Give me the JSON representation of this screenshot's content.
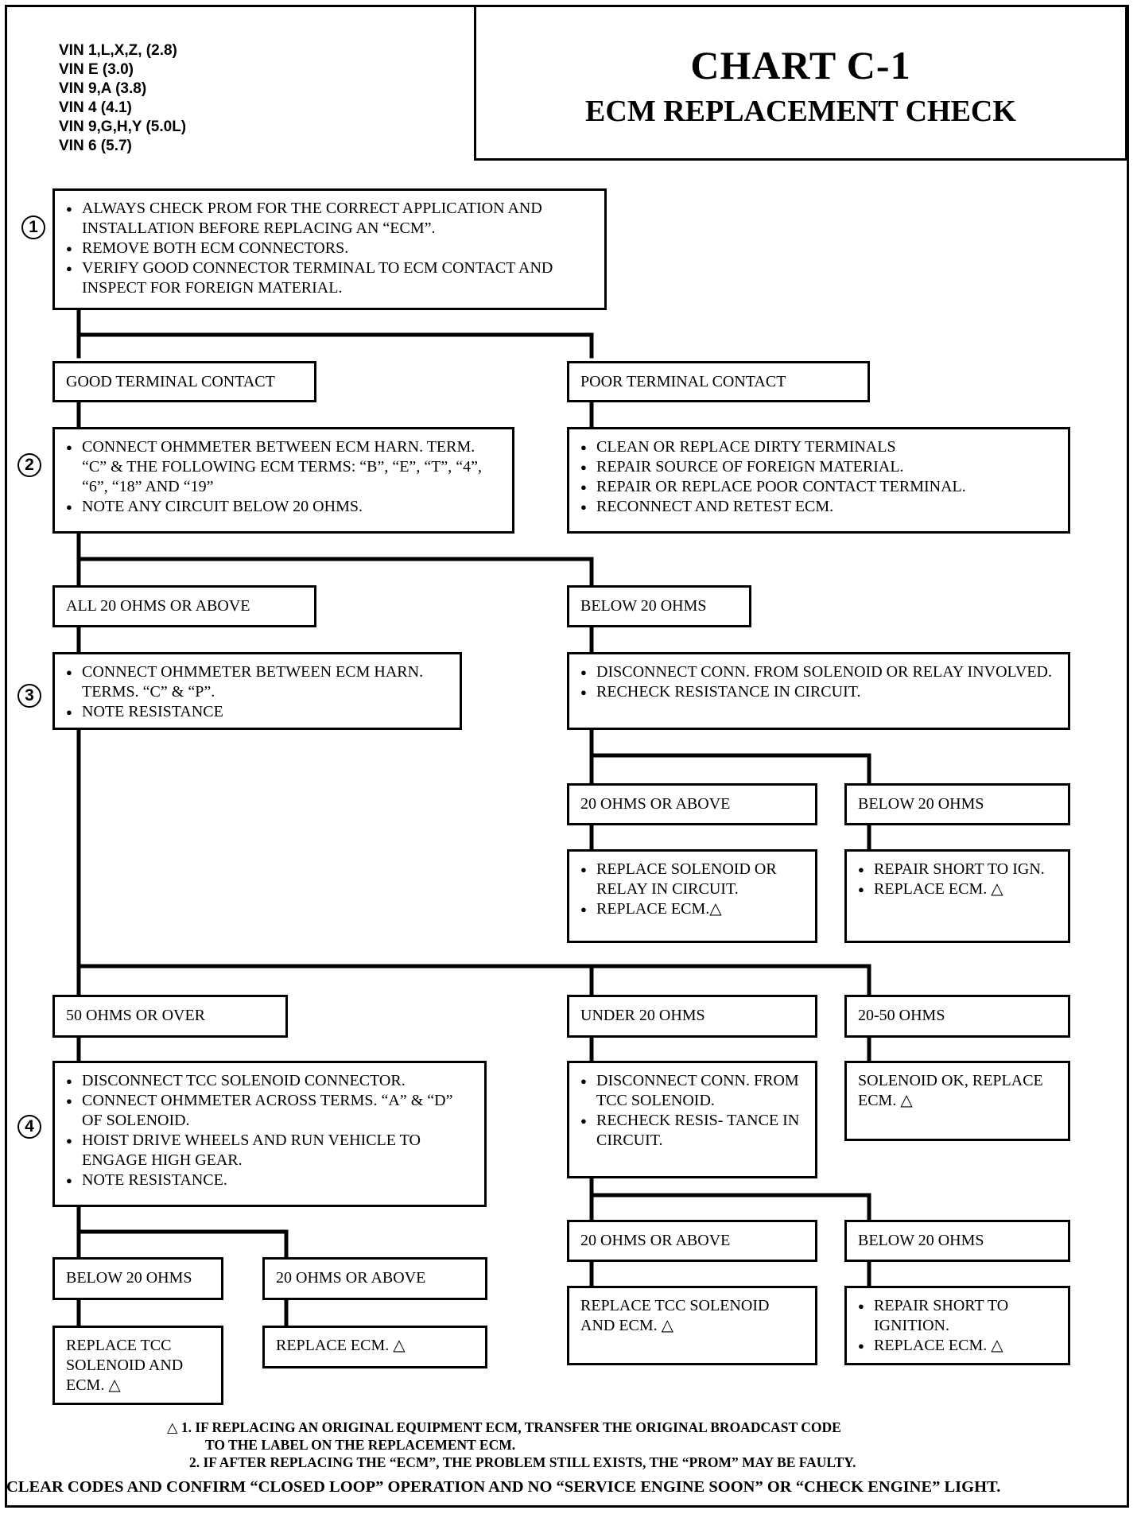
{
  "header": {
    "vin_lines": [
      "VIN 1,L,X,Z, (2.8)",
      "VIN E (3.0)",
      "VIN 9,A (3.8)",
      "VIN 4 (4.1)",
      "VIN 9,G,H,Y (5.0L)",
      "VIN 6 (5.7)"
    ],
    "title": "CHART C-1",
    "subtitle": "ECM REPLACEMENT CHECK"
  },
  "steps": [
    "1",
    "2",
    "3",
    "4"
  ],
  "step1": {
    "bullets": [
      "ALWAYS CHECK PROM FOR THE CORRECT APPLICATION AND INSTALLATION BEFORE REPLACING AN “ECM”.",
      "REMOVE BOTH ECM CONNECTORS.",
      "VERIFY GOOD CONNECTOR TERMINAL TO ECM CONTACT AND INSPECT FOR FOREIGN MATERIAL."
    ],
    "good_label": "GOOD TERMINAL CONTACT",
    "poor_label": "POOR TERMINAL CONTACT"
  },
  "step2": {
    "bullets": [
      "CONNECT OHMMETER BETWEEN ECM HARN. TERM. “C” & THE FOLLOWING ECM TERMS: “B”, “E”, “T”, “4”, “6”, “18” AND “19”",
      "NOTE ANY CIRCUIT BELOW 20 OHMS."
    ],
    "poor_actions": [
      "CLEAN OR REPLACE DIRTY TERMINALS",
      "REPAIR SOURCE OF FOREIGN MATERIAL.",
      "REPAIR OR REPLACE POOR CONTACT TERMINAL.",
      "RECONNECT AND RETEST ECM."
    ],
    "all20_label": "ALL 20 OHMS OR ABOVE",
    "below20_label": "BELOW 20 OHMS"
  },
  "step3": {
    "bullets": [
      "CONNECT OHMMETER BETWEEN ECM HARN. TERMS. “C” & “P”.",
      "NOTE RESISTANCE"
    ],
    "disconnect_bullets": [
      "DISCONNECT CONN. FROM SOLENOID OR RELAY INVOLVED.",
      "RECHECK RESISTANCE IN CIRCUIT."
    ],
    "r20above_label": "20 OHMS OR ABOVE",
    "r_below20_label": "BELOW 20 OHMS",
    "replace_solenoid": [
      "REPLACE SOLENOID OR RELAY IN CIRCUIT.",
      "REPLACE ECM.△"
    ],
    "repair_short": [
      "REPAIR SHORT TO IGN.",
      "REPLACE ECM. △"
    ]
  },
  "step4": {
    "ohms50_label": "50 OHMS OR OVER",
    "under20_label": "UNDER 20 OHMS",
    "range_label": "20-50 OHMS",
    "bullets": [
      "DISCONNECT TCC SOLENOID CONNECTOR.",
      "CONNECT OHMMETER ACROSS TERMS. “A” & “D” OF SOLENOID.",
      "HOIST DRIVE WHEELS AND RUN VEHICLE TO ENGAGE HIGH GEAR.",
      "NOTE RESISTANCE."
    ],
    "under20_bullets": [
      "DISCONNECT CONN. FROM TCC SOLENOID.",
      "RECHECK RESIS- TANCE IN CIRCUIT."
    ],
    "solenoid_ok": "SOLENOID OK, REPLACE ECM. △",
    "b20_label": "BELOW 20 OHMS",
    "a20_label": "20 OHMS OR ABOVE",
    "replace_tcc": "REPLACE TCC SOLENOID AND ECM. △",
    "replace_ecm": "REPLACE ECM. △",
    "u_a20_label": "20 OHMS OR ABOVE",
    "u_b20_label": "BELOW 20 OHMS",
    "replace_tcc_ecm": "REPLACE TCC SOLENOID AND ECM. △",
    "repair_short_ign": [
      "REPAIR SHORT TO IGNITION.",
      "REPLACE ECM. △"
    ]
  },
  "footnotes": {
    "note1": "△ 1. IF REPLACING AN ORIGINAL EQUIPMENT ECM, TRANSFER THE ORIGINAL BROADCAST CODE",
    "note1b": "TO THE LABEL ON THE REPLACEMENT ECM.",
    "note2": "2. IF AFTER REPLACING THE “ECM”, THE PROBLEM STILL EXISTS, THE “PROM” MAY BE FAULTY.",
    "bottom": "CLEAR CODES AND CONFIRM “CLOSED LOOP” OPERATION AND NO “SERVICE ENGINE SOON” OR “CHECK ENGINE” LIGHT."
  }
}
